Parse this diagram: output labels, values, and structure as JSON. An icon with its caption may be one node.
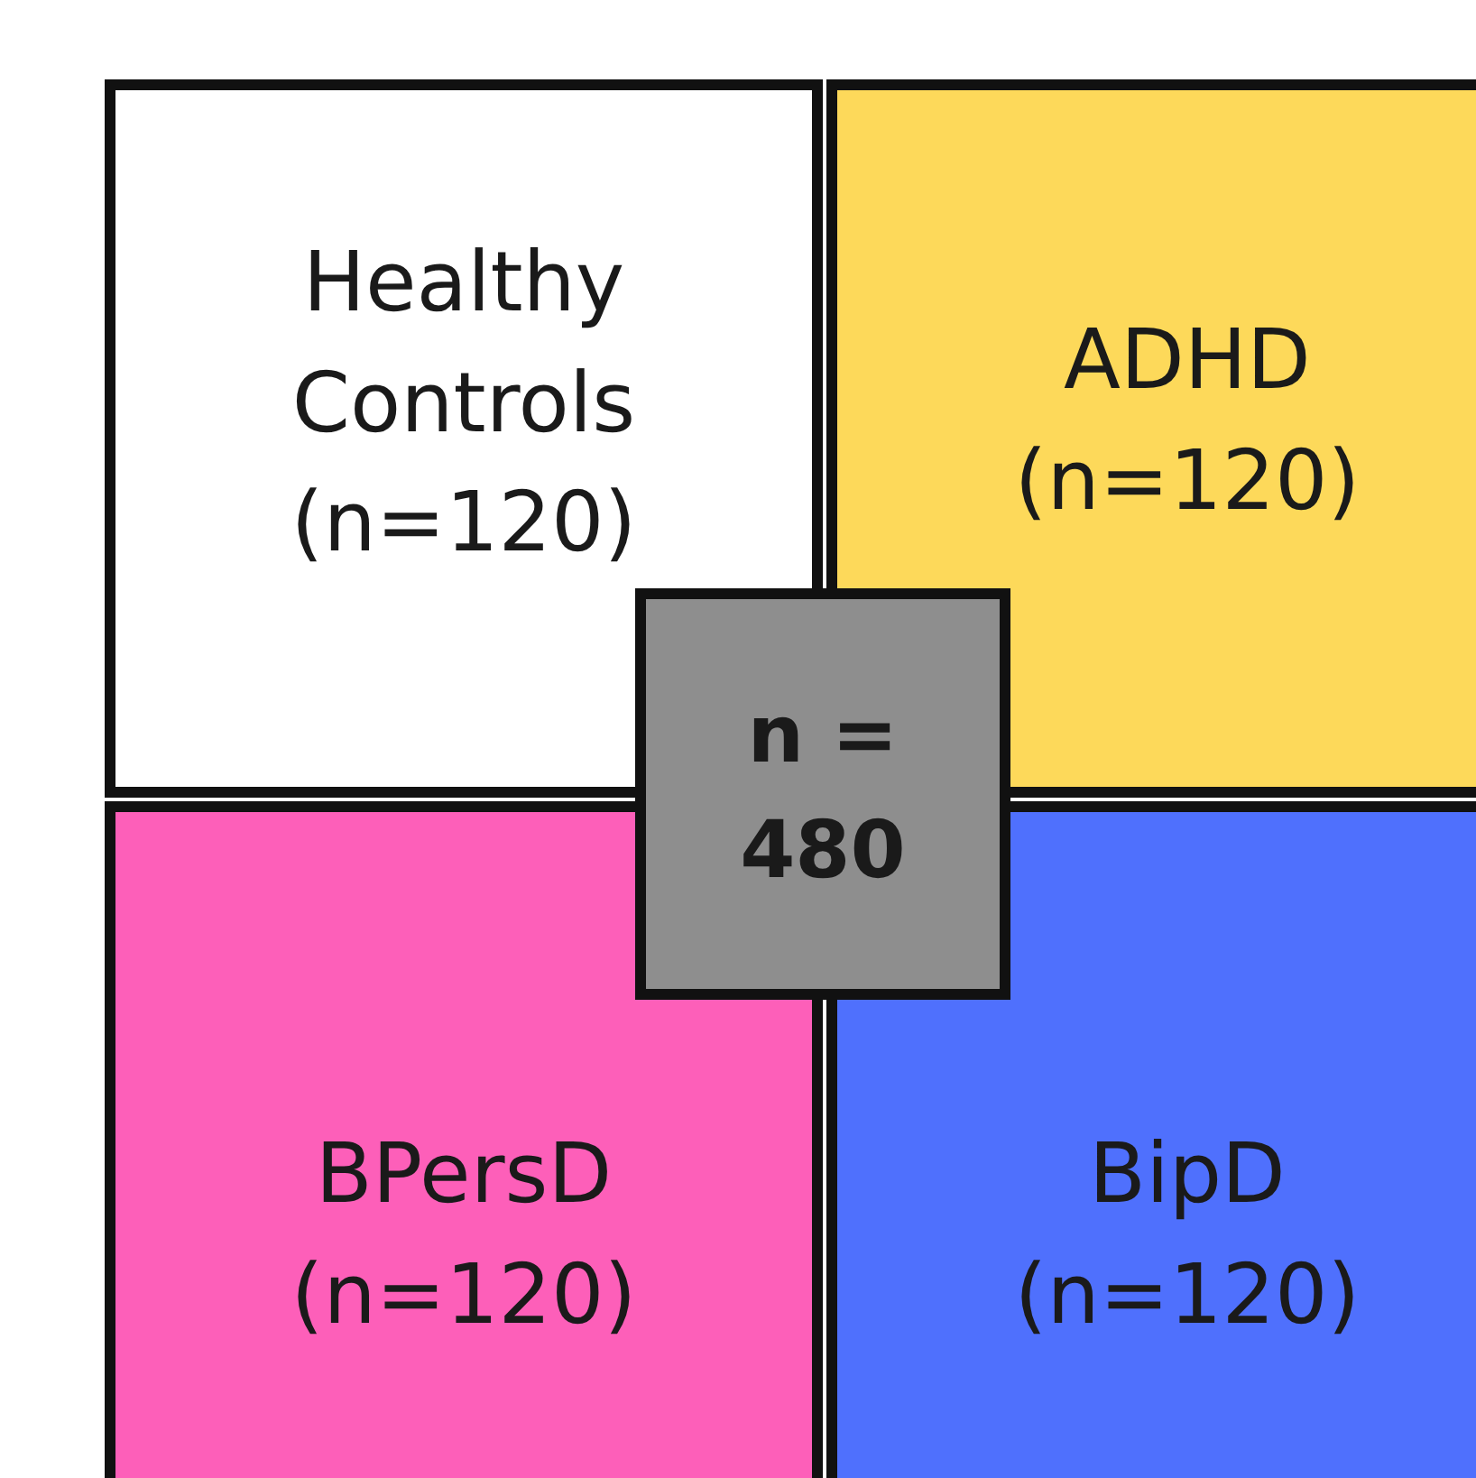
{
  "diagram": {
    "nodes": [
      {
        "text": [
          "Healthy Controls (n=120)"
        ]
      },
      {
        "text": [
          "ADHD (n=120)"
        ]
      },
      {
        "text": [
          "BPersD (n=120)"
        ]
      },
      {
        "text": [
          "BipD (n=120)"
        ]
      },
      {
        "text": [
          "n = 480"
        ]
      }
    ]
  }
}
